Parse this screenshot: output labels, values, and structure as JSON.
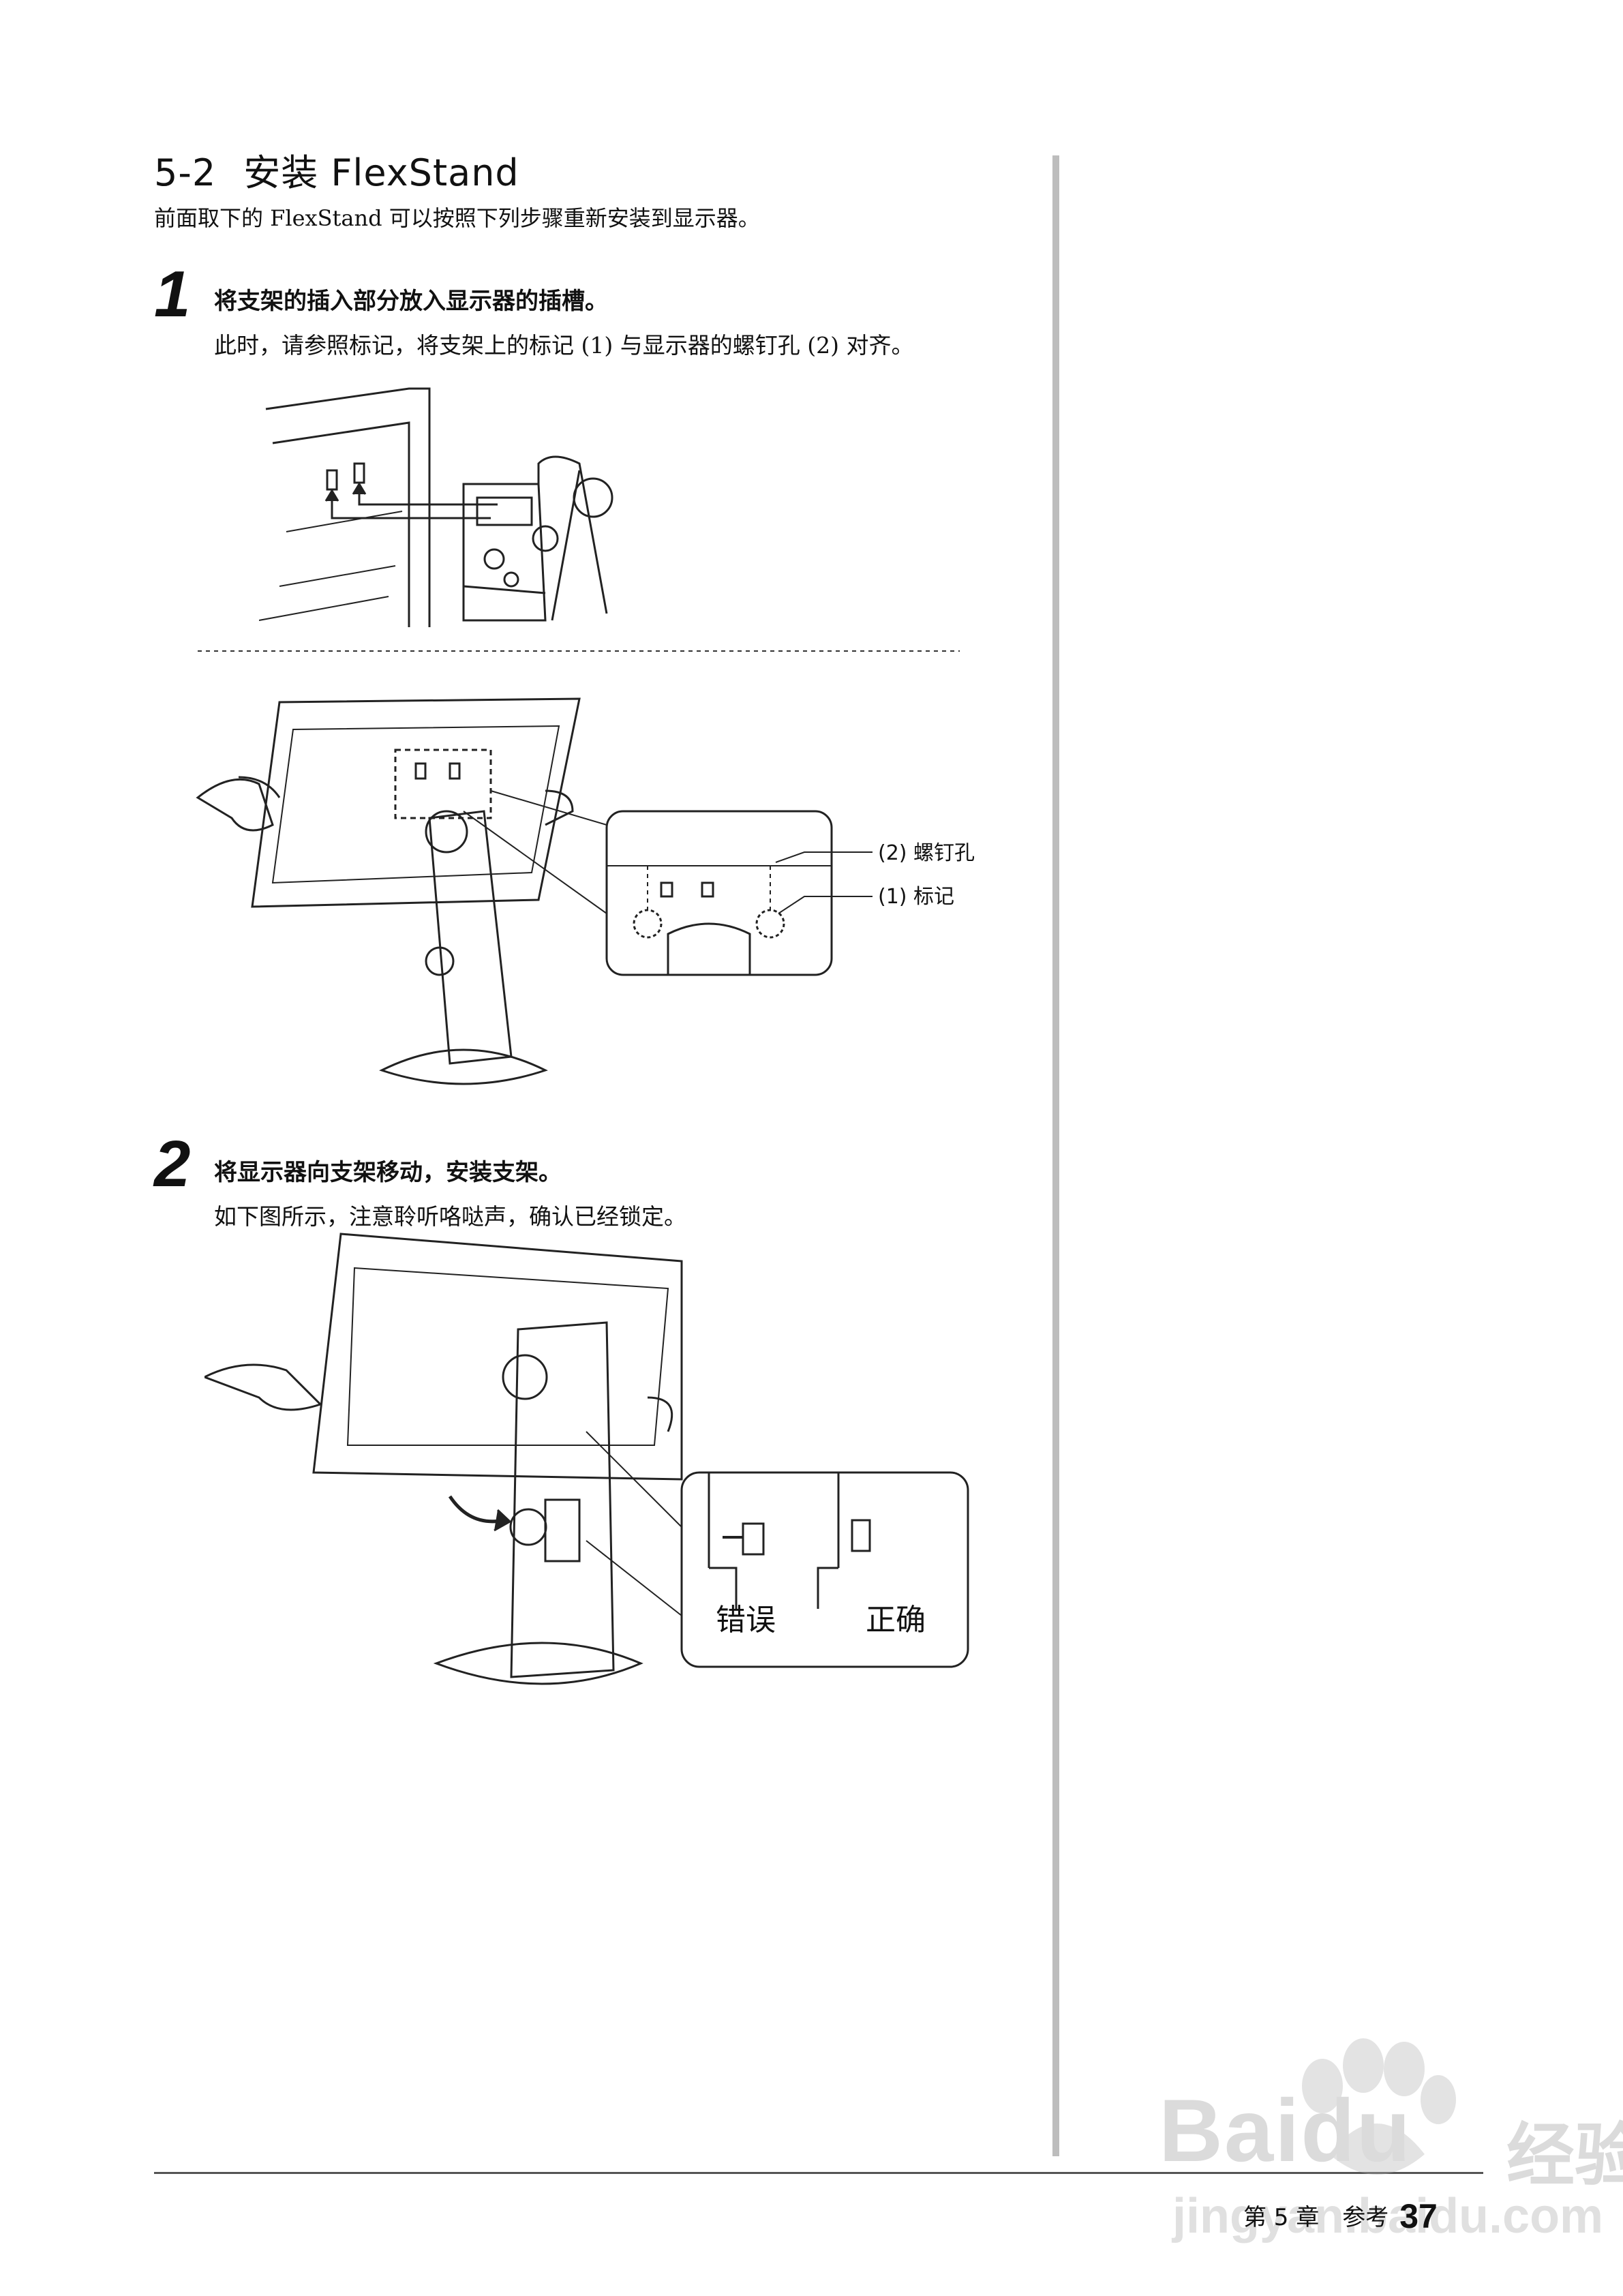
{
  "section": {
    "number": "5-2",
    "title": "安装 FlexStand",
    "intro": "前面取下的 FlexStand 可以按照下列步骤重新安装到显示器。"
  },
  "steps": [
    {
      "number": "1",
      "title": "将支架的插入部分放入显示器的插槽。",
      "description": "此时，请参照标记，将支架上的标记 (1) 与显示器的螺钉孔 (2) 对齐。"
    },
    {
      "number": "2",
      "title": "将显示器向支架移动，安装支架。",
      "description": "如下图所示，注意聆听咯哒声，确认已经锁定。"
    }
  ],
  "figure1": {
    "callout_screw_hole": "(2) 螺钉孔",
    "callout_mark": "(1) 标记"
  },
  "figure2": {
    "label_wrong": "错误",
    "label_correct": "正确"
  },
  "footer": {
    "chapter": "第 5 章　参考",
    "page": "37"
  },
  "watermark": {
    "brand": "Bai",
    "brand_end": "du",
    "brand_suffix": "经验",
    "domain": "jingyan.baidu.com"
  }
}
